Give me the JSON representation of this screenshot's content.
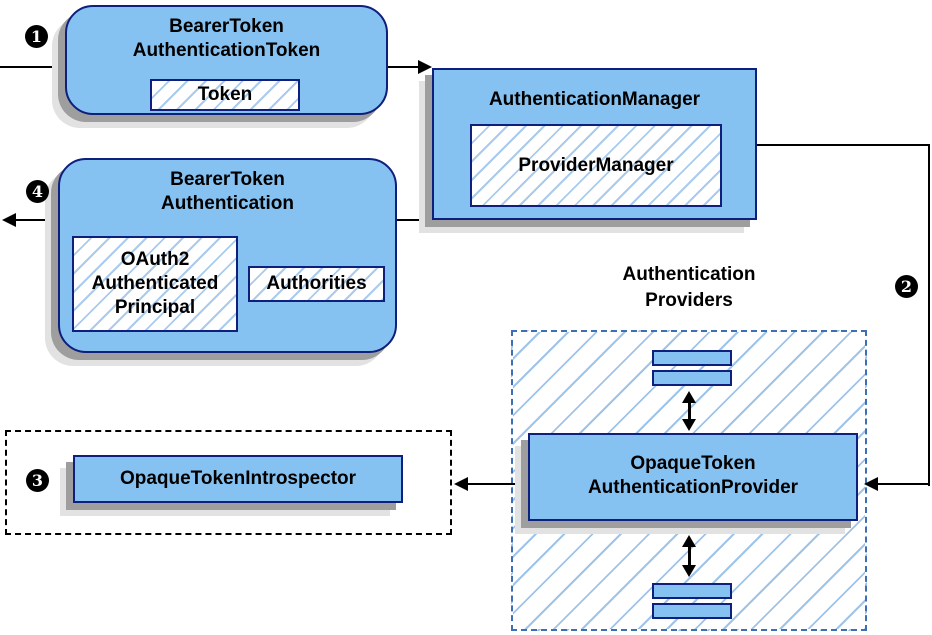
{
  "colors": {
    "background": "#FFFFFF",
    "node_fill": "#85C2F2",
    "node_border": "#0E1F7C",
    "hatch_light": "#AACBEE",
    "hatch_big": "#9FC4EA",
    "group_dash": "#3D6FB4",
    "shadow_dark": "#9E9E9E",
    "shadow_light": "#E2E2E2",
    "arrow": "#000000"
  },
  "badges": {
    "step1": "1",
    "step2": "2",
    "step3": "3",
    "step4": "4"
  },
  "nodes": {
    "bearer_token_authentication_token": {
      "title": "BearerToken\nAuthenticationToken",
      "member": "Token"
    },
    "authentication_manager": {
      "title": "AuthenticationManager",
      "member": "ProviderManager"
    },
    "bearer_token_authentication": {
      "title": "BearerToken\nAuthentication",
      "principal": "OAuth2\nAuthenticated\nPrincipal",
      "authorities": "Authorities"
    },
    "opaque_token_introspector": {
      "label": "OpaqueTokenIntrospector"
    },
    "authentication_providers": {
      "label": "Authentication\nProviders"
    },
    "opaque_token_authentication_provider": {
      "title": "OpaqueToken\nAuthenticationProvider"
    }
  }
}
